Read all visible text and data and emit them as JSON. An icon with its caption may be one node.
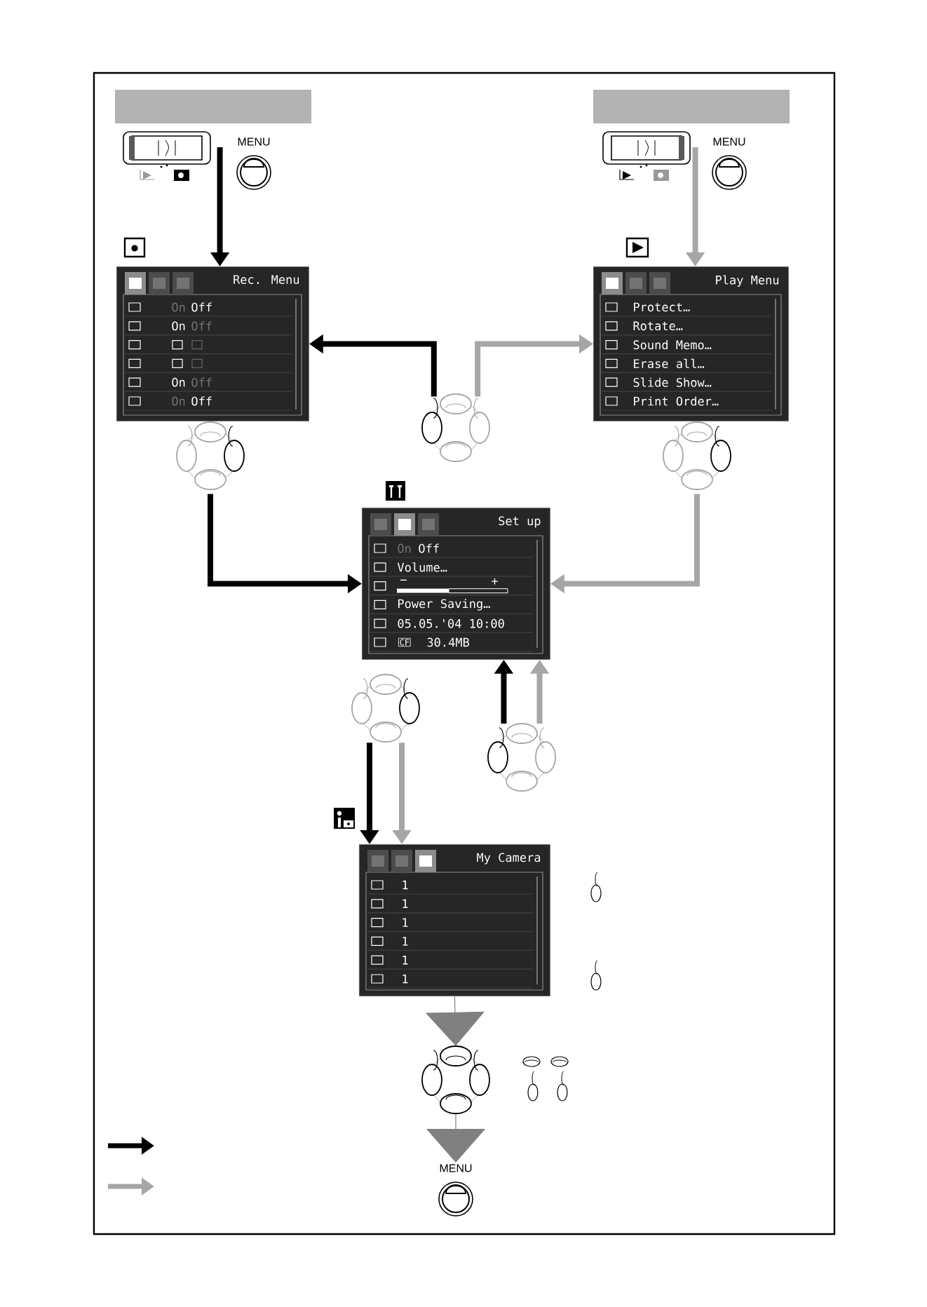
{
  "diagram": {
    "nodes": [
      {
        "text": [
          "MENU"
        ]
      },
      {
        "text": [
          "MENU"
        ]
      },
      {
        "text": [
          "Rec. Menu",
          "On",
          "Off",
          "On",
          "Off",
          "On",
          "Off",
          "On",
          "Off"
        ]
      },
      {
        "text": [
          "Play Menu",
          "Protect…",
          "Rotate…",
          "Sound Memo…",
          "Erase all…",
          "Slide Show…",
          "Print Order…"
        ]
      },
      {
        "text": [],
        "shape": "picture"
      },
      {
        "text": [],
        "shape": "picture"
      },
      {
        "text": [],
        "shape": "picture"
      },
      {
        "text": [
          "Set up",
          "On",
          "Off",
          "Volume…",
          "−",
          "+",
          "Power Saving…",
          "05.05.'04 10:00",
          "CF",
          "30.4MB"
        ]
      },
      {
        "text": [],
        "shape": "picture"
      },
      {
        "text": [],
        "shape": "picture"
      },
      {
        "text": [
          "My Camera",
          "1",
          "1",
          "1",
          "1",
          "1",
          "1"
        ]
      },
      {
        "text": [],
        "shape": "picture"
      },
      {
        "text": [
          "MENU"
        ]
      }
    ],
    "edges": [
      {
        "from": 0,
        "to": 2,
        "arrow": "to",
        "color": "#000000"
      },
      {
        "from": 1,
        "to": 3,
        "arrow": "to",
        "color": "#a6a6a6"
      },
      {
        "from": 4,
        "to": 2,
        "arrow": "to",
        "color": "#000000"
      },
      {
        "from": 4,
        "to": 3,
        "arrow": "to",
        "color": "#a6a6a6"
      },
      {
        "from": 5,
        "to": 7,
        "arrow": "to",
        "color": "#000000"
      },
      {
        "from": 6,
        "to": 7,
        "arrow": "to",
        "color": "#a6a6a6"
      },
      {
        "from": 8,
        "to": 10,
        "arrow": "to",
        "color": "#000000"
      },
      {
        "from": 8,
        "to": 10,
        "arrow": "to",
        "color": "#a6a6a6"
      },
      {
        "from": 9,
        "to": 7,
        "arrow": "to",
        "color": "#000000"
      },
      {
        "from": 9,
        "to": 7,
        "arrow": "to",
        "color": "#a6a6a6"
      },
      {
        "from": 10,
        "to": 11,
        "arrow": "to",
        "color": "#808080"
      },
      {
        "from": 11,
        "to": 12,
        "arrow": "to",
        "color": "#808080"
      }
    ]
  }
}
